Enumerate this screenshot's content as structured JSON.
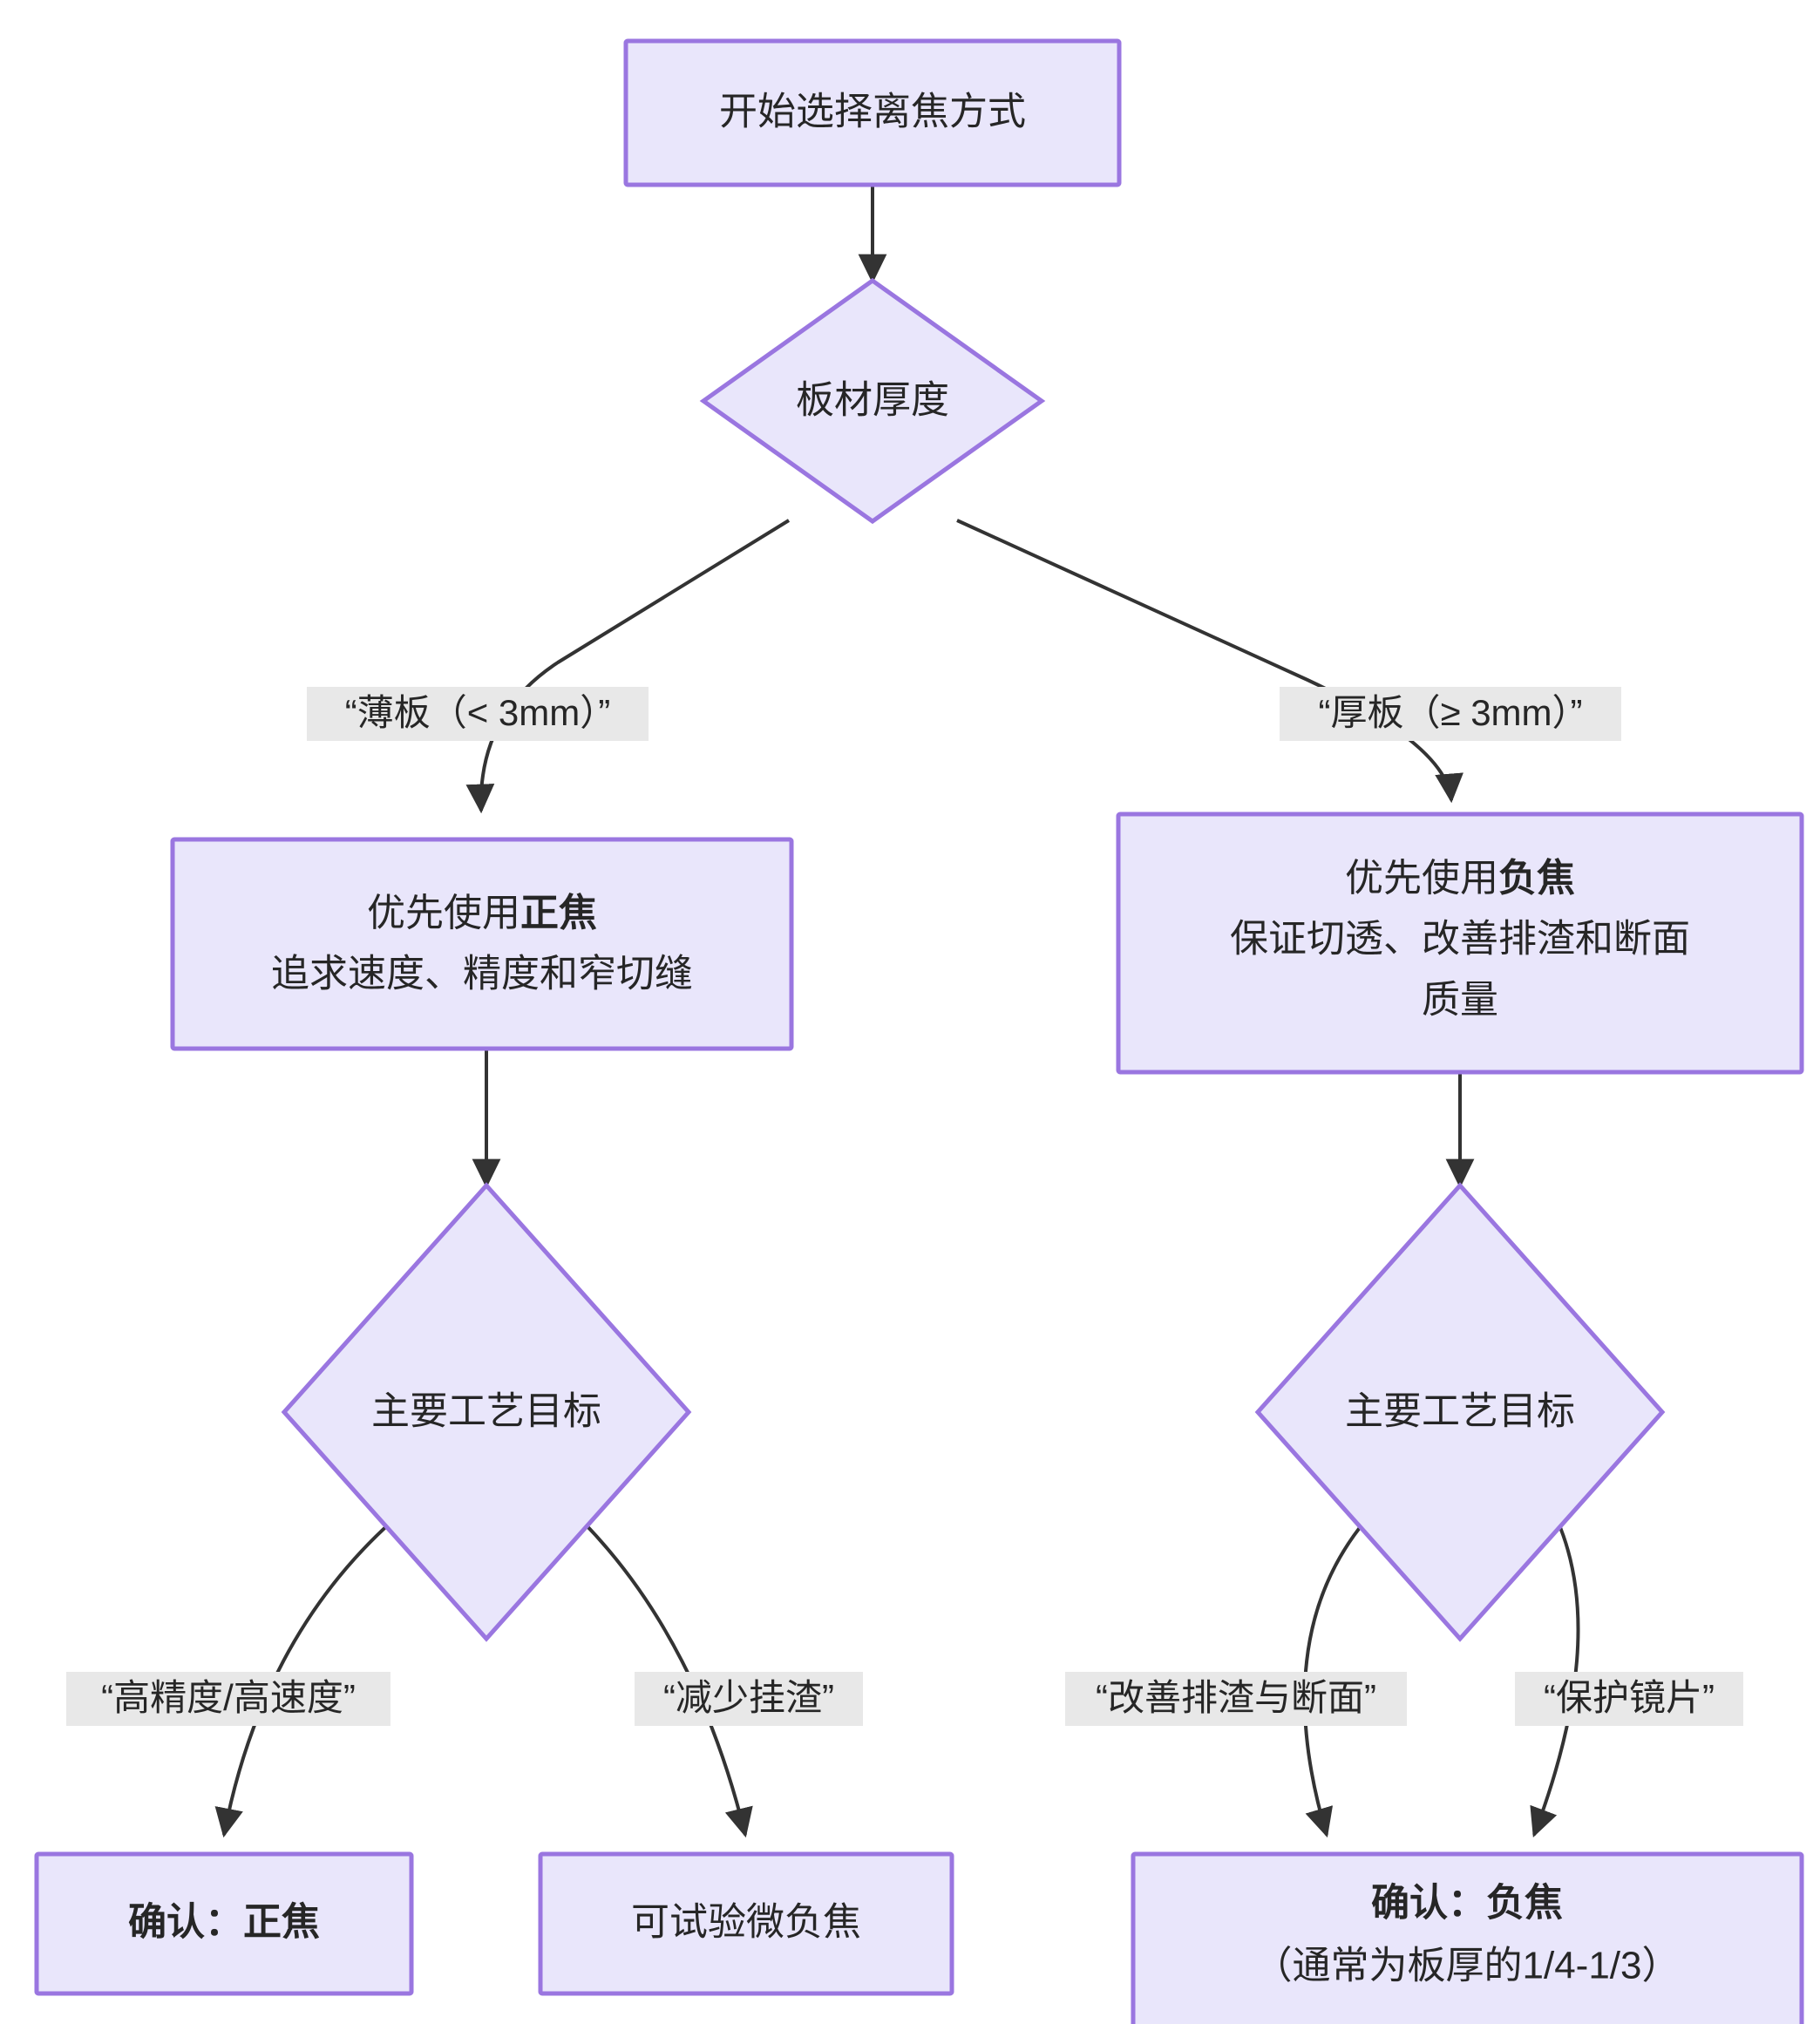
{
  "diagram": {
    "type": "flowchart",
    "title": "开始选择离焦方式",
    "orientation": "top-down",
    "theme": {
      "node_fill": "#e9e6fb",
      "node_stroke": "#9a76e0",
      "edge_color": "#333333",
      "text_color": "#262626",
      "label_background": "#e8e8e8",
      "canvas_background": "#ffffff"
    },
    "nodes": {
      "start": {
        "shape": "rectangle",
        "label": "开始选择离焦方式"
      },
      "thickness_decision": {
        "shape": "diamond",
        "label": "板材厚度"
      },
      "thin_plate_action": {
        "shape": "rectangle",
        "line1_plain": "优先使用",
        "line1_bold": "正焦",
        "line2": "追求速度、精度和窄切缝"
      },
      "thick_plate_action": {
        "shape": "rectangle",
        "line1_plain": "优先使用",
        "line1_bold": "负焦",
        "line2": "保证切透、改善排渣和断面",
        "line3": "质量"
      },
      "thin_goal_decision": {
        "shape": "diamond",
        "label": "主要工艺目标"
      },
      "thick_goal_decision": {
        "shape": "diamond",
        "label": "主要工艺目标"
      },
      "confirm_positive_focus": {
        "shape": "rectangle",
        "label": "确认：正焦",
        "bold": true
      },
      "try_slight_negative_focus": {
        "shape": "rectangle",
        "label": "可试验微负焦",
        "bold": false
      },
      "confirm_negative_focus": {
        "shape": "rectangle",
        "line1": "确认：负焦",
        "line2": "（通常为板厚的1/4-1/3）"
      }
    },
    "edge_labels": {
      "thin_plate": "“薄板（< 3mm）”",
      "thick_plate": "“厚板（≥ 3mm）”",
      "high_precision_speed": "“高精度/高速度”",
      "reduce_dross": "“减少挂渣”",
      "improve_dross_section": "“改善排渣与断面”",
      "protect_lens": "“保护镜片”"
    },
    "edges": [
      {
        "from": "start",
        "to": "thickness_decision",
        "label": ""
      },
      {
        "from": "thickness_decision",
        "to": "thin_plate_action",
        "label": "“薄板（< 3mm）”"
      },
      {
        "from": "thickness_decision",
        "to": "thick_plate_action",
        "label": "“厚板（≥ 3mm）”"
      },
      {
        "from": "thin_plate_action",
        "to": "thin_goal_decision",
        "label": ""
      },
      {
        "from": "thick_plate_action",
        "to": "thick_goal_decision",
        "label": ""
      },
      {
        "from": "thin_goal_decision",
        "to": "confirm_positive_focus",
        "label": "“高精度/高速度”"
      },
      {
        "from": "thin_goal_decision",
        "to": "try_slight_negative_focus",
        "label": "“减少挂渣”"
      },
      {
        "from": "thick_goal_decision",
        "to": "confirm_negative_focus",
        "label": "“改善排渣与断面”"
      },
      {
        "from": "thick_goal_decision",
        "to": "confirm_negative_focus",
        "label": "“保护镜片”"
      }
    ]
  }
}
